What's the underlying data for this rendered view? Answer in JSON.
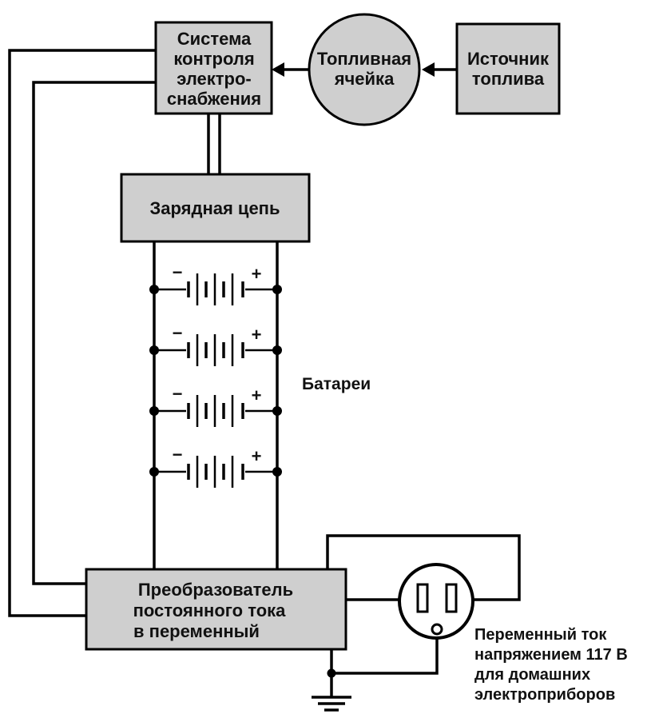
{
  "blocks": {
    "power_control": [
      "Система",
      "контроля",
      "электро-",
      "снабжения"
    ],
    "fuel_cell": [
      "Топливная",
      "ячейка"
    ],
    "fuel_source": [
      "Источник",
      "топлива"
    ],
    "charging": "Зарядная цепь",
    "inverter": [
      "Преобразователь",
      "постоянного тока",
      "в переменный"
    ]
  },
  "batteries_label": "Батареи",
  "battery_polarity": {
    "negative": "−",
    "positive": "+"
  },
  "battery_count": 4,
  "ac_output_label": [
    "Переменный ток",
    "напряжением 117 В",
    "для домашних",
    "электроприборов"
  ],
  "colors": {
    "box_fill": "#cfcfcf",
    "line": "#000000"
  }
}
